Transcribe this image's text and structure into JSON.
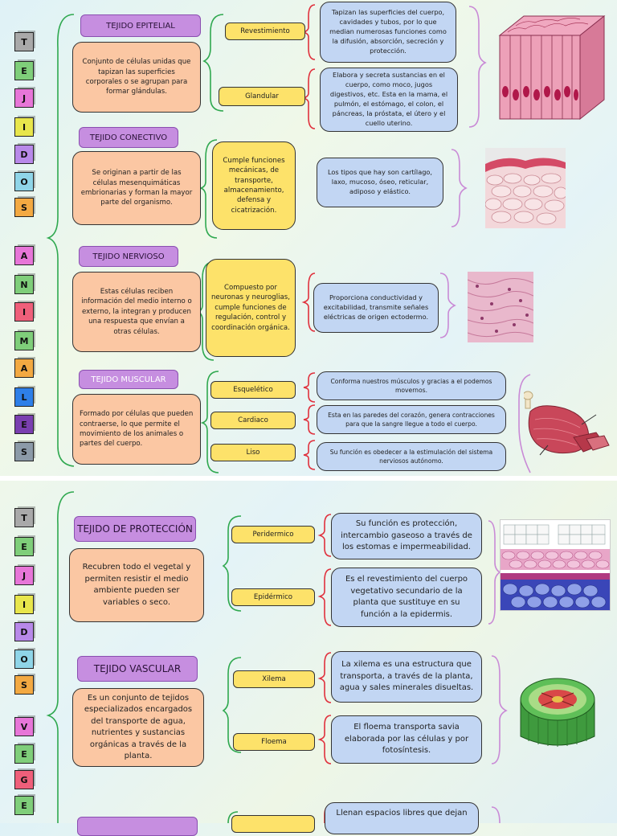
{
  "animals": {
    "letters": [
      "T",
      "E",
      "J",
      "I",
      "D",
      "O",
      "S",
      "A",
      "N",
      "I",
      "M",
      "A",
      "L",
      "E",
      "S"
    ],
    "colors": [
      "#a9a9a9",
      "#7fce7a",
      "#e776d8",
      "#e8e64c",
      "#b889e9",
      "#8fd5e8",
      "#f3a942",
      "#e776d8",
      "#7fce7a",
      "#ef5f7a",
      "#7fce7a",
      "#f3a942",
      "#2e7fe8",
      "#7a3fb0",
      "#8c9aa8"
    ],
    "epitelial": {
      "title": "TEJIDO EPITELIAL",
      "description": "Conjunto de células unidas que tapizan las superficies corporales o se agrupan para formar glándulas.",
      "types": [
        {
          "label": "Revestimiento",
          "detail": "Tapizan las superficies del cuerpo, cavidades y tubos, por lo que median numerosas funciones como la difusión, absorción, secreción y protección."
        },
        {
          "label": "Glandular",
          "detail": "Elabora y secreta sustancias en el cuerpo, como moco, jugos digestivos, etc. Esta en la mama, el pulmón, el estómago, el colon, el páncreas, la próstata, el útero y el cuello uterino."
        }
      ]
    },
    "conectivo": {
      "title": "TEJIDO CONECTIVO",
      "description": "Se originan a partir de las células mesenquimáticas embrionarias y forman la mayor parte del organismo.",
      "function": "Cumple funciones mecánicas, de transporte, almacenamiento, defensa y cicatrización.",
      "detail": "Los tipos que hay son cartílago, laxo, mucoso, óseo, reticular, adiposo y elástico."
    },
    "nervioso": {
      "title": "TEJIDO NERVIOSO",
      "description": "Estas células reciben información del medio interno o externo, la integran y producen una respuesta que envían a otras células.",
      "function": "Compuesto por neuronas y neuroglias, cumple funciones de regulación, control y coordinación orgánica.",
      "detail": "Proporciona conductividad y excitabilidad, transmite señales eléctricas de origen ectodermo."
    },
    "muscular": {
      "title": "TEJIDO MUSCULAR",
      "description": "Formado por células que pueden contraerse, lo que permite el movimiento de los animales o partes del cuerpo.",
      "types": [
        {
          "label": "Esquelético",
          "detail": "Conforma nuestros músculos y gracias a el podemos movernos."
        },
        {
          "label": "Cardiaco",
          "detail": "Esta en las paredes del corazón, genera contracciones para que la sangre llegue a todo el cuerpo."
        },
        {
          "label": "Liso",
          "detail": "Su función es obedecer a la estimulación del sistema nerviosos autónomo."
        }
      ]
    }
  },
  "plants": {
    "letters": [
      "T",
      "E",
      "J",
      "I",
      "D",
      "O",
      "S",
      "V",
      "E",
      "G",
      "E"
    ],
    "colors": [
      "#a9a9a9",
      "#7fce7a",
      "#e776d8",
      "#e8e64c",
      "#b889e9",
      "#8fd5e8",
      "#f3a942",
      "#e776d8",
      "#7fce7a",
      "#ef5f7a",
      "#7fce7a"
    ],
    "proteccion": {
      "title": "TEJIDO DE PROTECCIÓN",
      "description": "Recubren todo el vegetal y permiten resistir el medio ambiente pueden ser variables o seco.",
      "types": [
        {
          "label": "Peridermico",
          "detail": "Su función es protección, intercambio gaseoso a través de los estomas e impermeabilidad."
        },
        {
          "label": "Epidérmico",
          "detail": "Es el revestimiento del cuerpo vegetativo secundario de la planta que sustituye en su función a la epidermis."
        }
      ]
    },
    "vascular": {
      "title": "TEJIDO VASCULAR",
      "description": "Es un conjunto de tejidos especializados encargados del transporte de agua, nutrientes y sustancias orgánicas a través de la planta.",
      "types": [
        {
          "label": "Xilema",
          "detail": "La xilema es una estructura que transporta, a través de la planta, agua y sales minerales disueltas."
        },
        {
          "label": "Floema",
          "detail": "El floema transporta savia elaborada por las células y por fotosíntesis."
        }
      ]
    },
    "next": {
      "detail": "Llenan espacios libres que dejan"
    }
  }
}
